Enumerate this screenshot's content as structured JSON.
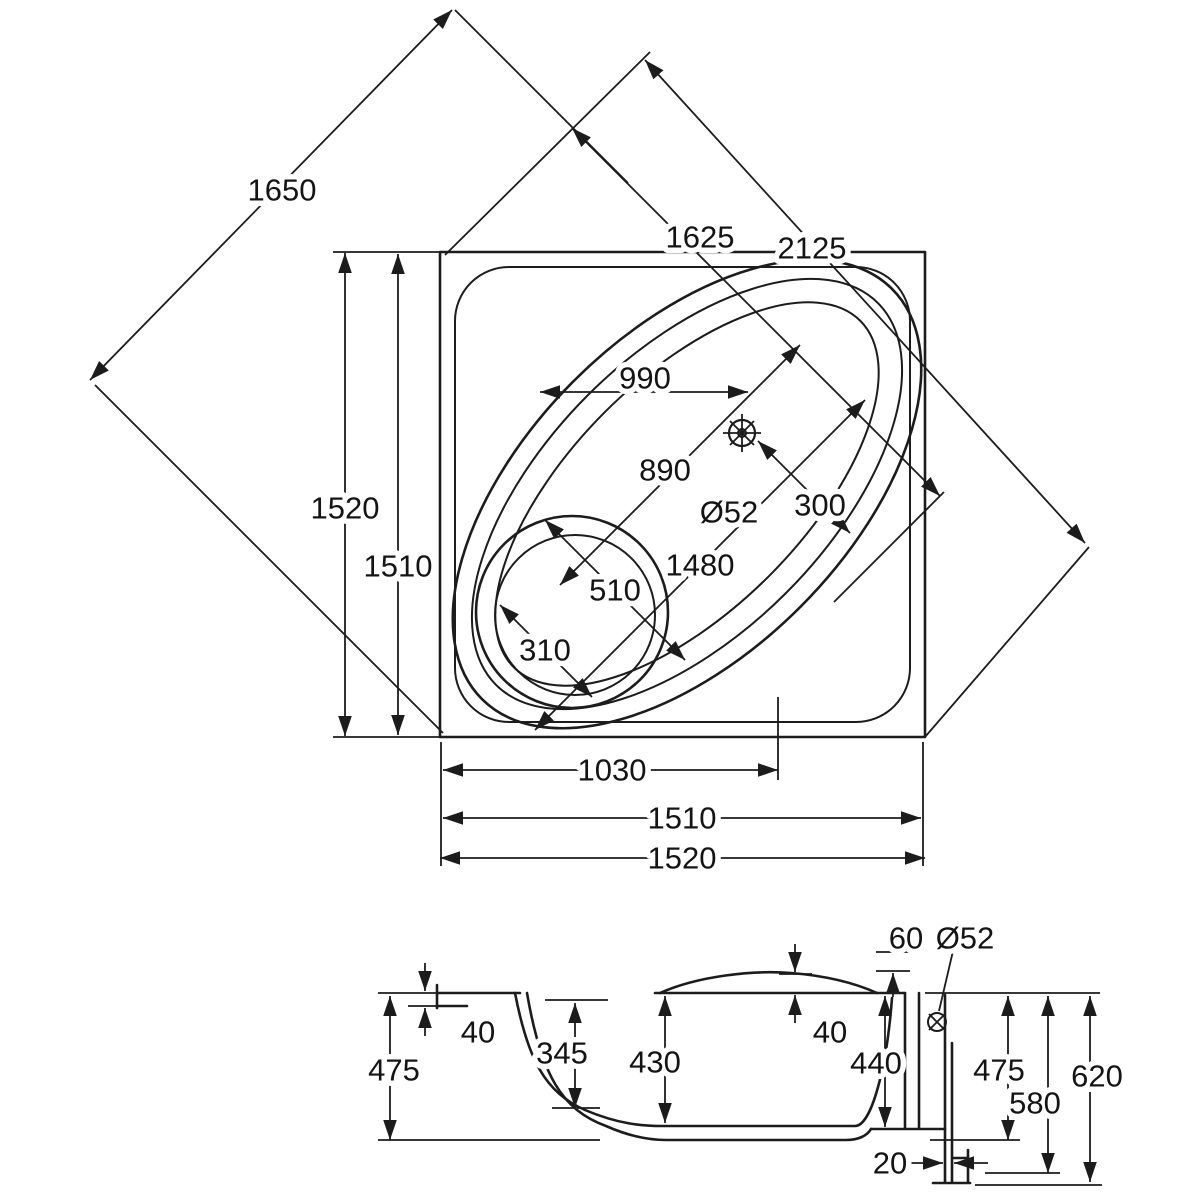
{
  "drawing": {
    "subject": "corner bathtub technical drawing, plan view and section view",
    "line_color": "#1c1c1c",
    "background_color": "#ffffff"
  },
  "plan_view": {
    "diagonal_front_width": "1650",
    "oval_diagonal_inner": "1625",
    "overall_diagonal": "2125",
    "inner_width": "990",
    "inner_diagonal": "890",
    "drain_diameter": "Ø52",
    "drain_offset": "300",
    "overall_depth_vertical": "1520",
    "inner_depth_vertical": "1510",
    "tub_inner_length": "1480",
    "seat_outer_diameter": "510",
    "seat_inner_diameter": "310",
    "bottom_offset": "1030",
    "inner_width_horizontal": "1510",
    "overall_width_horizontal": "1520"
  },
  "section_view": {
    "rim_edge_thickness": "40",
    "left_depth": "475",
    "seat_depth": "345",
    "inner_depth": "430",
    "deck_rise": "40",
    "overflow_offset": "60",
    "overflow_diameter": "Ø52",
    "right_inner_depth": "440",
    "right_depth": "475",
    "skirt_height": "580",
    "overall_height": "620",
    "panel_thickness": "20"
  }
}
